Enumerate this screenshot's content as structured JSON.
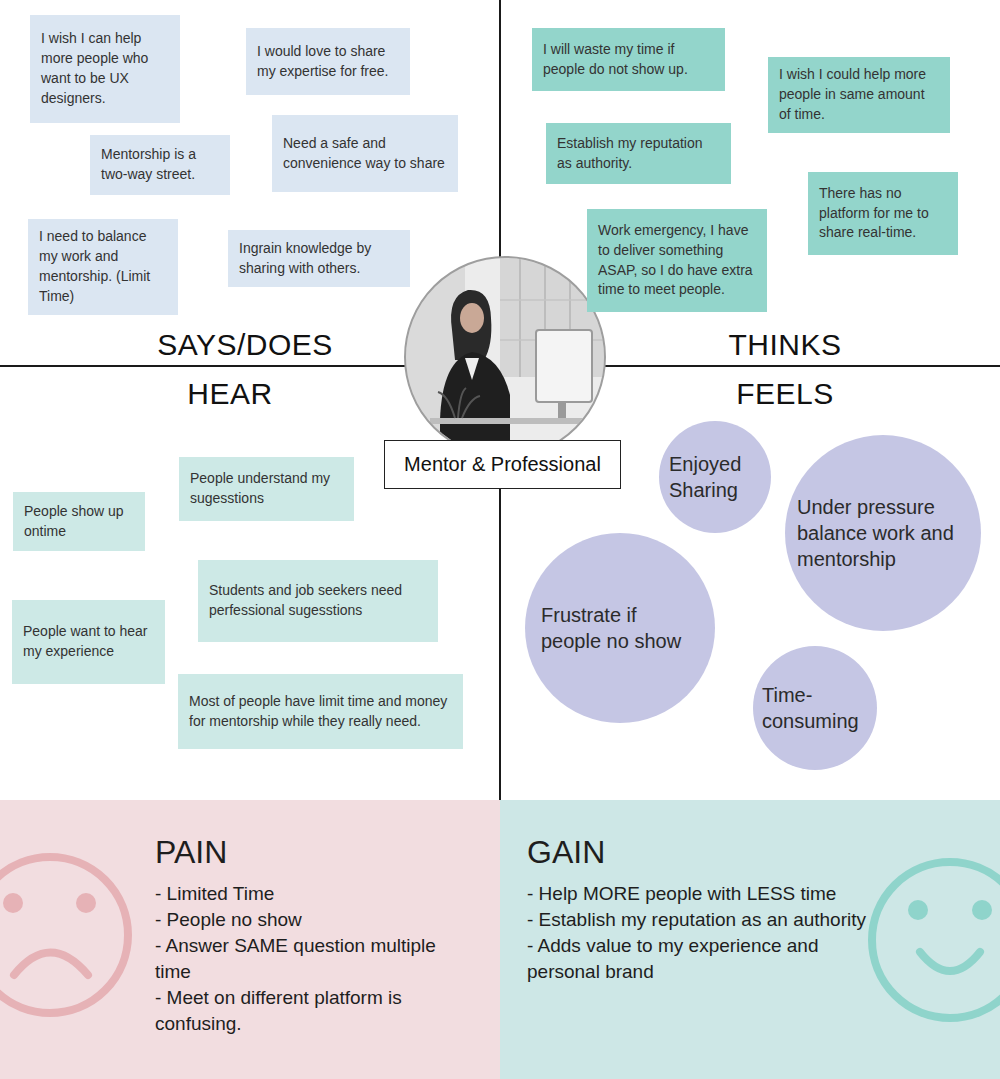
{
  "diagram": {
    "nodes": [
      {
        "text": [
          "I wish I can help more people who want to be UX designers."
        ]
      },
      {
        "text": [
          "I would love to share my expertise for free."
        ]
      },
      {
        "text": [
          "Mentorship is a two-way street."
        ]
      },
      {
        "text": [
          "Need a safe and convenience way to share"
        ]
      },
      {
        "text": [
          "I need to balance my work and mentorship. (Limit Time)"
        ]
      },
      {
        "text": [
          "Ingrain knowledge by sharing with others."
        ]
      },
      {
        "text": [
          "I will waste my time if people do not show up."
        ]
      },
      {
        "text": [
          "I wish I could help more people in same amount of time."
        ]
      },
      {
        "text": [
          "Establish my reputation as authority."
        ]
      },
      {
        "text": [
          "There has no platform for me to share real-time."
        ]
      },
      {
        "text": [
          "Work emergency, I have to deliver something ASAP, so I do have extra time to meet people."
        ]
      },
      {
        "text": [
          "Mentor & Professional"
        ]
      },
      {
        "text": [
          "People understand my sugesstions"
        ]
      },
      {
        "text": [
          "People show up ontime"
        ]
      },
      {
        "text": [
          "Students and job seekers need perfessional sugesstions"
        ]
      },
      {
        "text": [
          "People want to hear my experience"
        ]
      },
      {
        "text": [
          "Most of people have limit time and money for mentorship while they really need."
        ]
      },
      {
        "text": [
          "Enjoyed Sharing"
        ]
      },
      {
        "text": [
          "Under pressure balance work and mentorship"
        ]
      },
      {
        "text": [
          "Frustrate if people no show"
        ]
      },
      {
        "text": [
          "Time-consuming"
        ]
      },
      {
        "text": [
          "PAIN",
          "- Limited Time",
          "- People no show",
          "- Answer SAME question multiple time",
          "- Meet on different platform is confusing."
        ]
      },
      {
        "text": [
          "GAIN",
          "- Help MORE people with LESS time",
          "- Establish my reputation as an authority",
          "- Adds value to my experience and personal brand"
        ]
      }
    ],
    "labels": [
      "SAYS/DOES",
      "THINKS",
      "HEAR",
      "FEELS"
    ]
  }
}
